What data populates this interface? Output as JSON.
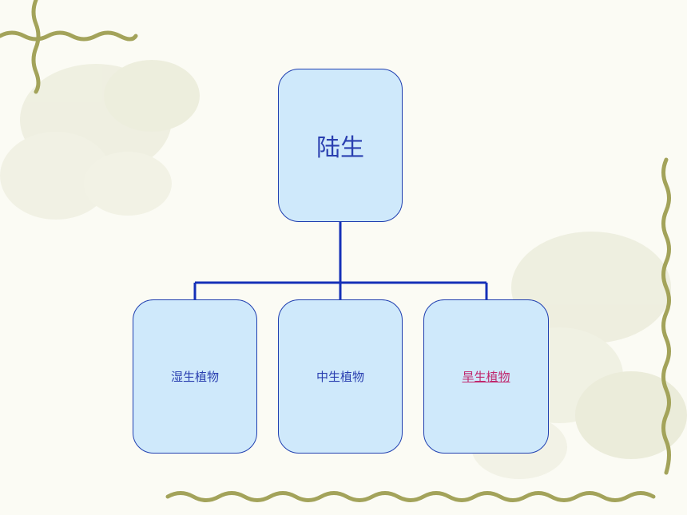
{
  "diagram": {
    "root": {
      "label": "陆生"
    },
    "children": [
      {
        "label": "湿生植物",
        "is_link": false
      },
      {
        "label": "中生植物",
        "is_link": false
      },
      {
        "label": "旱生植物",
        "is_link": true
      }
    ]
  },
  "colors": {
    "node_fill": "#cfe9fb",
    "node_border": "#1f3fb0",
    "node_text": "#2a3fb0",
    "connector": "#1530b8",
    "link_text": "#c0286e",
    "background": "#fbfbf4",
    "vine": "#a3a35a"
  },
  "icons": [
    "vine-border-decoration",
    "flower-watermark"
  ]
}
